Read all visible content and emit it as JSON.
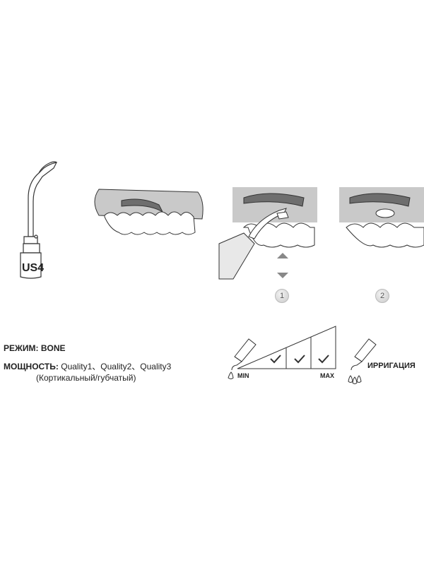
{
  "tip": {
    "label": "US4"
  },
  "steps": [
    {
      "number": "1"
    },
    {
      "number": "2"
    }
  ],
  "mode": {
    "label": "РЕЖИМ:",
    "value": "BONE"
  },
  "power": {
    "label": "МОЩНОСТЬ:",
    "value": "Quality1、Quality2、Quality3",
    "note": "(Кортикальный/губчатый)"
  },
  "scale": {
    "min": "MIN",
    "max": "MAX",
    "checked_levels": 3
  },
  "irrigation": {
    "label": "ИРРИГАЦИЯ"
  },
  "colors": {
    "gum": "#c9c9c9",
    "bone_flap": "#6e6e6e",
    "line": "#333333"
  }
}
